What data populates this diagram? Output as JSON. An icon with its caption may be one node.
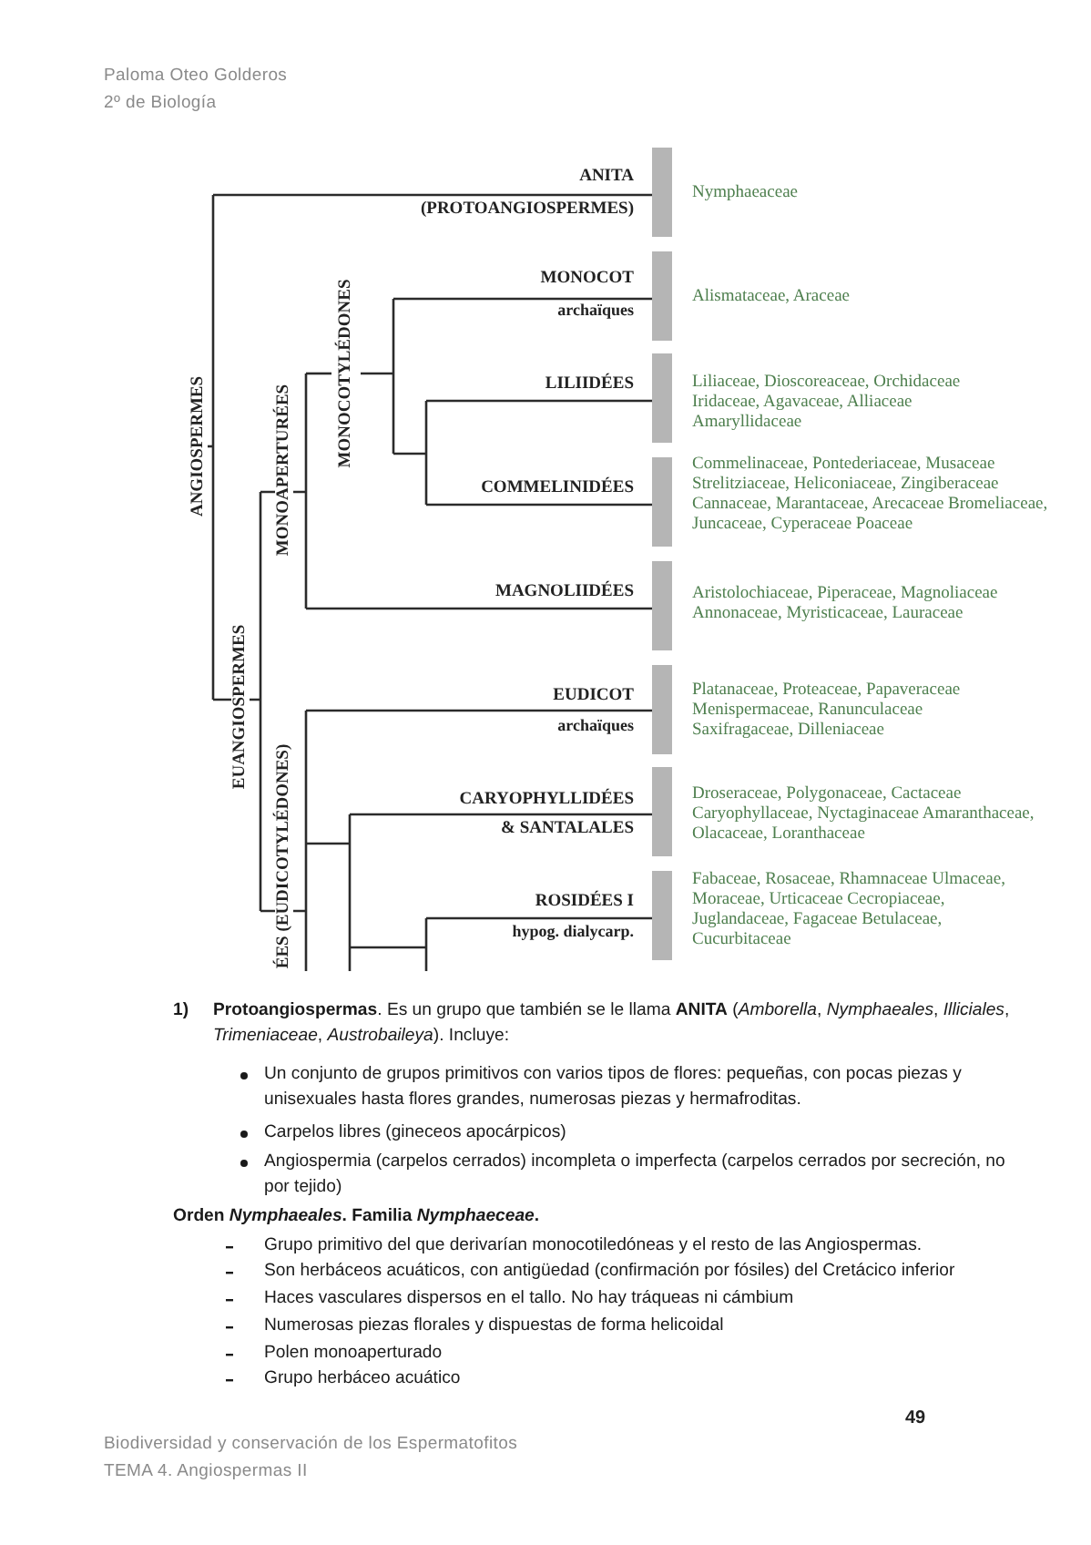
{
  "diagram": {
    "labels": [
      "Paloma Oteo Golderos",
      "2º de Biología",
      "ANITA",
      "(PROTOANGIOSPERMES)",
      "Nymphaeaceae",
      "MONOCOT",
      "archaïques",
      "Alismataceae, Araceae",
      "LILIIDÉES",
      "Liliaceae, Dioscoreaceae, Orchidaceae Iridaceae, Agavaceae, Alliaceae Amaryllidaceae",
      "MONOCOTYLÉDONES",
      "COMMELINIDÉES",
      "Commelinaceae, Pontederiaceae, Musaceae Strelitziaceae, Heliconiaceae, Zingiberaceae Cannaceae, Marantaceae, Arecaceae Bromeliaceae, Juncaceae, Cyperaceae Poaceae",
      "MONOAPERTURÉES",
      "ANGIOSPERMES",
      "MAGNOLIIDÉES",
      "Aristolochiaceae, Piperaceae, Magnoliaceae Annonaceae, Myristicaceae, Lauraceae",
      "EUANGIOSPERMES",
      "EUDICOT",
      "archaïques",
      "Platanaceae, Proteaceae, Papaveraceae Menispermaceae, Ranunculaceae Saxifragaceae, Dilleniaceae",
      "CARYOPHYLLIDÉES",
      "& SANTALALES",
      "Droseraceae, Polygonaceae, Cactaceae Caryophyllaceae, Nyctaginaceae Amaranthaceae, Olacaceae, Loranthaceae",
      "ROSIDÉES I",
      "hypog. dialycarp.",
      "Fabaceae, Rosaceae, Rhamnaceae Ulmaceae, Moraceae, Urticaceae Cecropiaceae, Juglandaceae, Fagaceae Betulaceae, Cucurbitaceae",
      "ÉES (EUDICOTYLÉDONES)",
      "1)",
      "**Protoangiospermas**. Es un grupo que también se le llama **ANITA** (*Amborella*, *Nymphaeales*, *Illiciales*, *Trimeniaceae*, *Austrobaileya*). Incluye:",
      "Un conjunto de grupos primitivos con varios tipos de flores: pequeñas, con pocas piezas y unisexuales hasta flores grandes, numerosas piezas y hermafroditas.",
      "Carpelos libres (gineceos apocárpicos)",
      "Angiospermia (carpelos cerrados) incompleta o imperfecta (carpelos cerrados por secreción, no por tejido)",
      "Orden *Nymphaeales*. Familia *Nymphaeceae*.",
      "Grupo primitivo del que derivarían monocotiledóneas y el resto de las Angiospermas.",
      "Son herbáceos acuáticos, con antigüedad (confirmación por fósiles) del Cretácico inferior",
      "Haces vasculares dispersos en el tallo. No hay tráqueas ni cámbium",
      "Numerosas piezas florales y dispuestas de forma helicoidal",
      "Polen monoaperturado",
      "Grupo herbáceo acuático",
      "49",
      "Biodiversidad y conservación de los Espermatofitos",
      "TEMA 4. Angiospermas II"
    ]
  }
}
